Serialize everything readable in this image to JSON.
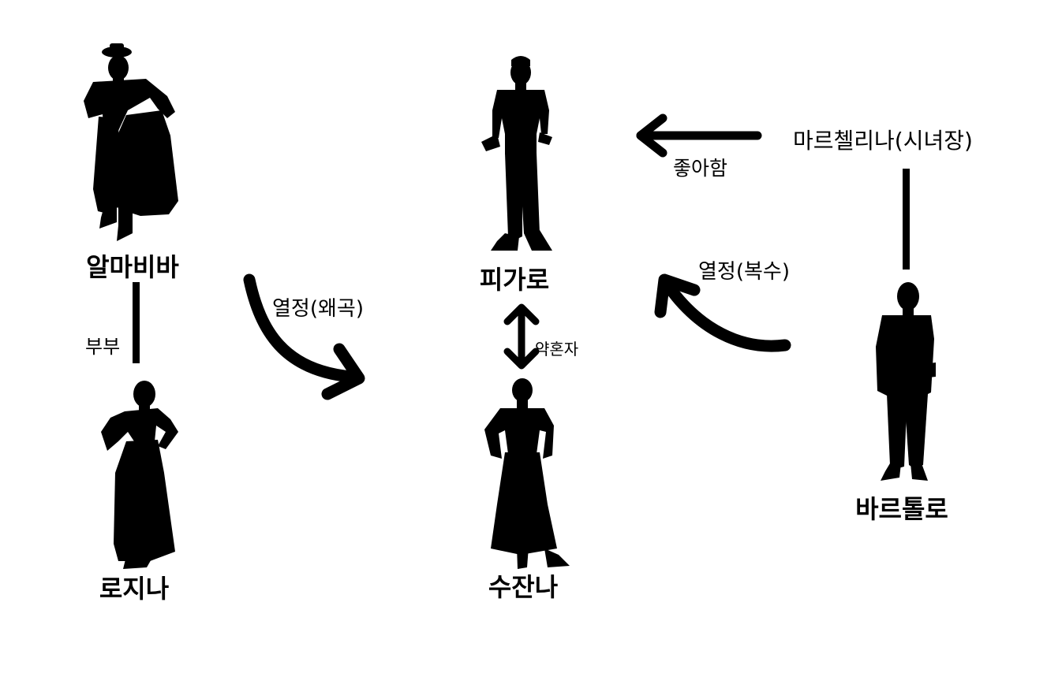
{
  "characters": {
    "almaviva": "알마비바",
    "rosina": "로지나",
    "figaro": "피가로",
    "susanna": "수잔나",
    "bartolo": "바르톨로",
    "marcellina": "마르첼리나(시녀장)"
  },
  "relations": {
    "couple": "부부",
    "passion_distorted": "열정(왜곡)",
    "engaged": "약혼자",
    "likes": "좋아함",
    "passion_revenge": "열정(복수)"
  }
}
